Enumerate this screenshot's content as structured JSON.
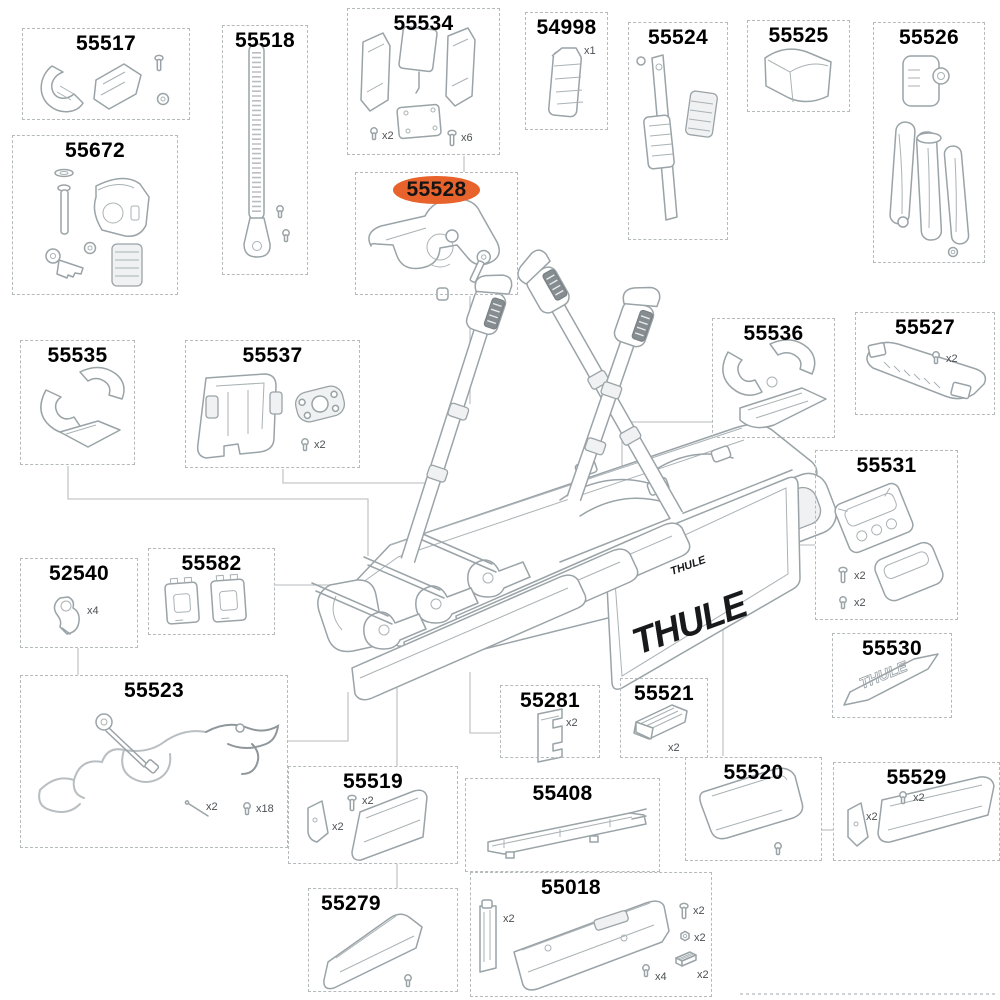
{
  "colors": {
    "highlight": "#E8632C",
    "line_art": "#9AA3A7",
    "box_border": "#B5BABD"
  },
  "brand": {
    "large": "THULE",
    "small": "THULE",
    "decal": "THULE"
  },
  "parts": [
    {
      "id": "55517",
      "label": "55517",
      "highlighted": false,
      "counts": []
    },
    {
      "id": "55518",
      "label": "55518",
      "highlighted": false,
      "counts": []
    },
    {
      "id": "55534",
      "label": "55534",
      "highlighted": false,
      "counts": [
        "x2",
        "x6"
      ]
    },
    {
      "id": "54998",
      "label": "54998",
      "highlighted": false,
      "counts": [
        "x1"
      ]
    },
    {
      "id": "55524",
      "label": "55524",
      "highlighted": false,
      "counts": []
    },
    {
      "id": "55525",
      "label": "55525",
      "highlighted": false,
      "counts": []
    },
    {
      "id": "55526",
      "label": "55526",
      "highlighted": false,
      "counts": []
    },
    {
      "id": "55672",
      "label": "55672",
      "highlighted": false,
      "counts": []
    },
    {
      "id": "55528",
      "label": "55528",
      "highlighted": true,
      "counts": []
    },
    {
      "id": "55536",
      "label": "55536",
      "highlighted": false,
      "counts": []
    },
    {
      "id": "55527",
      "label": "55527",
      "highlighted": false,
      "counts": [
        "x2"
      ]
    },
    {
      "id": "55535",
      "label": "55535",
      "highlighted": false,
      "counts": []
    },
    {
      "id": "55537",
      "label": "55537",
      "highlighted": false,
      "counts": [
        "x2"
      ]
    },
    {
      "id": "55531",
      "label": "55531",
      "highlighted": false,
      "counts": [
        "x2",
        "x2"
      ]
    },
    {
      "id": "52540",
      "label": "52540",
      "highlighted": false,
      "counts": [
        "x4"
      ]
    },
    {
      "id": "55582",
      "label": "55582",
      "highlighted": false,
      "counts": []
    },
    {
      "id": "55530",
      "label": "55530",
      "highlighted": false,
      "counts": []
    },
    {
      "id": "55523",
      "label": "55523",
      "highlighted": false,
      "counts": [
        "x2",
        "x18"
      ]
    },
    {
      "id": "55281",
      "label": "55281",
      "highlighted": false,
      "counts": [
        "x2"
      ]
    },
    {
      "id": "55521",
      "label": "55521",
      "highlighted": false,
      "counts": [
        "x2"
      ]
    },
    {
      "id": "55519",
      "label": "55519",
      "highlighted": false,
      "counts": [
        "x2",
        "x2"
      ]
    },
    {
      "id": "55408",
      "label": "55408",
      "highlighted": false,
      "counts": []
    },
    {
      "id": "55520",
      "label": "55520",
      "highlighted": false,
      "counts": []
    },
    {
      "id": "55529",
      "label": "55529",
      "highlighted": false,
      "counts": [
        "x2",
        "x2"
      ]
    },
    {
      "id": "55279",
      "label": "55279",
      "highlighted": false,
      "counts": []
    },
    {
      "id": "55018",
      "label": "55018",
      "highlighted": false,
      "counts": [
        "x2",
        "x2",
        "x2",
        "x2",
        "x4"
      ]
    }
  ]
}
